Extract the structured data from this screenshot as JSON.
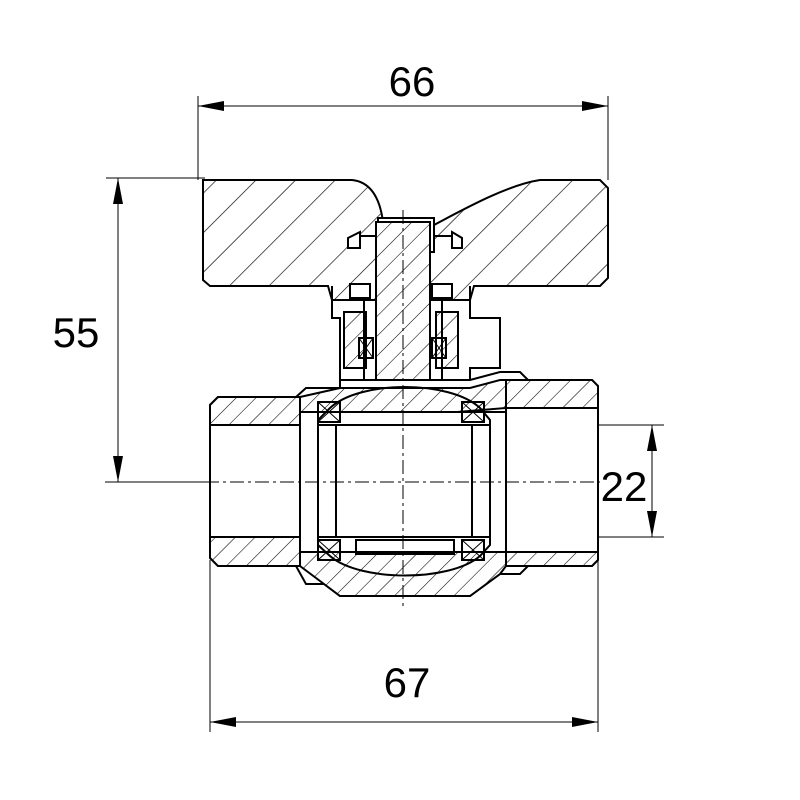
{
  "dimensions": {
    "overall_width": "66",
    "height": "55",
    "bore": "22",
    "length": "67"
  },
  "colors": {
    "line": "#000000",
    "background": "#ffffff"
  }
}
